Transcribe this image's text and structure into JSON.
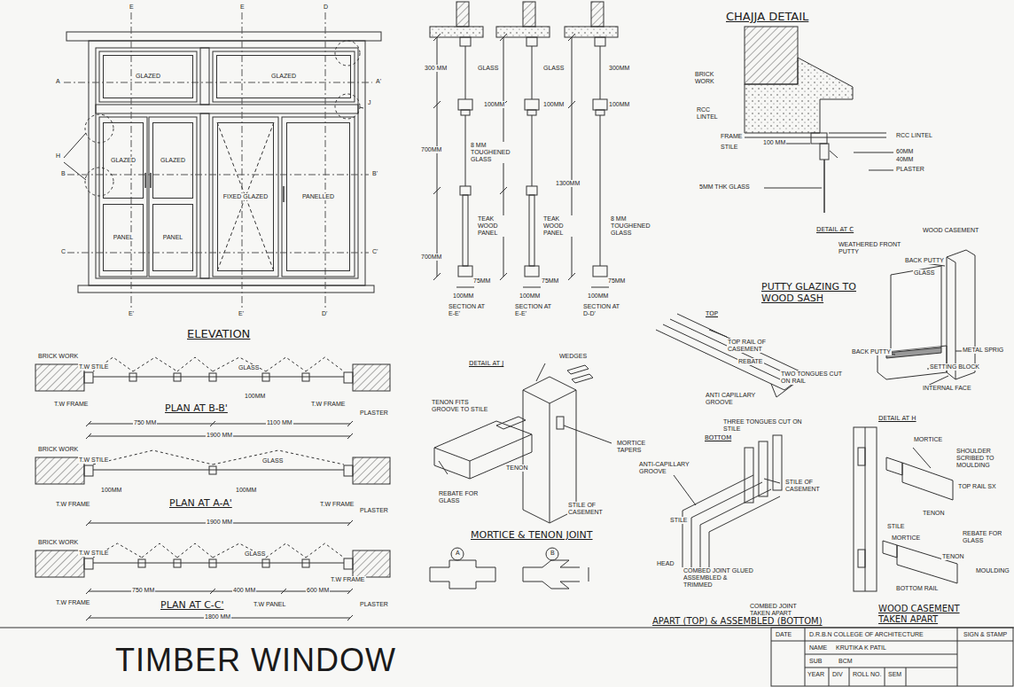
{
  "diagram": {
    "title": "TIMBER WINDOW",
    "nodes": [
      {
        "text": [
          "GLAZED"
        ]
      },
      {
        "text": [
          "GLAZED"
        ]
      },
      {
        "text": [
          "GLAZED"
        ]
      },
      {
        "text": [
          "GLAZED"
        ]
      },
      {
        "text": [
          "PANEL"
        ]
      },
      {
        "text": [
          "PANEL"
        ]
      },
      {
        "text": [
          "FIXED GLAZED"
        ]
      },
      {
        "text": [
          "PANELLED"
        ]
      }
    ],
    "labels": [
      "E",
      "E",
      "D",
      "A",
      "A'",
      "H",
      "B",
      "B'",
      "J",
      "C",
      "C'",
      "E'",
      "E'",
      "D'",
      "ELEVATION",
      "300 MM",
      "GLASS",
      "100MM",
      "700MM",
      "8 MM TOUGHENED GLASS",
      "TEAK WOOD PANEL",
      "700MM",
      "75MM",
      "100MM",
      "SECTION AT E-E'",
      "GLASS",
      "100MM",
      "TEAK WOOD PANEL",
      "75MM",
      "100MM",
      "SECTION AT E-E'",
      "300MM",
      "100MM",
      "1300MM",
      "8 MM TOUGHENED GLASS",
      "75MM",
      "100MM",
      "SECTION AT D-D'",
      "CHAJJA DETAIL",
      "BRICK WORK",
      "RCC LINTEL",
      "FRAME",
      "STILE",
      "100 MM",
      "60MM",
      "40MM",
      "RCC LINTEL",
      "PLASTER",
      "5MM THK GLASS",
      "DETAIL AT C",
      "WOOD CASEMENT",
      "WEATHERED FRONT PUTTY",
      "BACK PUTTY",
      "GLASS",
      "PUTTY GLAZING TO WOOD SASH",
      "BACK PUTTY",
      "METAL SPRIG",
      "SETTING BLOCK",
      "INTERNAL FACE",
      "BRICK WORK",
      "T.W STILE",
      "GLASS",
      "100MM",
      "PLAN AT B-B'",
      "T.W FRAME",
      "T.W FRAME",
      "PLASTER",
      "750 MM",
      "1100 MM",
      "1900 MM",
      "BRICK WORK",
      "T.W STILE",
      "GLASS",
      "100MM",
      "100MM",
      "PLAN AT A-A'",
      "T.W FRAME",
      "T.W FRAME",
      "1900 MM",
      "PLASTER",
      "BRICK WORK",
      "T.W STILE",
      "GLASS",
      "750 MM",
      "400 MM",
      "600 MM",
      "T.W FRAME",
      "T.W FRAME",
      "T.W PANEL",
      "PLAN AT C-C'",
      "1800 MM",
      "PLASTER",
      "DETAIL AT J",
      "WEDGES",
      "TENON FITS GROOVE TO STILE",
      "MORTICE TAPERS",
      "TENON",
      "REBATE FOR GLASS",
      "STILE OF CASEMENT",
      "MORTICE & TENON JOINT",
      "A",
      "B",
      "TOP",
      "TOP RAIL OF CASEMENT",
      "REBATE",
      "TWO TONGUES CUT ON RAIL",
      "ANTI CAPILLARY GROOVE",
      "THREE TONGUES CUT ON STILE",
      "BOTTOM",
      "ANTI-CAPILLARY GROOVE",
      "STILE OF CASEMENT",
      "STILE",
      "HEAD",
      "COMBED JOINT GLUED ASSEMBLED & TRIMMED",
      "COMBED JOINT TAKEN APART",
      "APART (TOP) & ASSEMBLED (BOTTOM)",
      "DETAIL AT H",
      "MORTICE",
      "SHOULDER SCRIBED TO MOULDING",
      "TOP RAIL SX",
      "TENON",
      "STILE",
      "MORTICE",
      "REBATE FOR GLASS",
      "TENON",
      "MOULDING",
      "BOTTOM RAIL",
      "WOOD CASEMENT TAKEN APART",
      "DATE",
      "D.R.B.N COLLEGE OF ARCHITECTURE",
      "SIGN & STAMP",
      "NAME",
      "KRUTIKA K PATIL",
      "SUB",
      "BCM",
      "YEAR",
      "DIV",
      "ROLL NO.",
      "SEM"
    ]
  }
}
